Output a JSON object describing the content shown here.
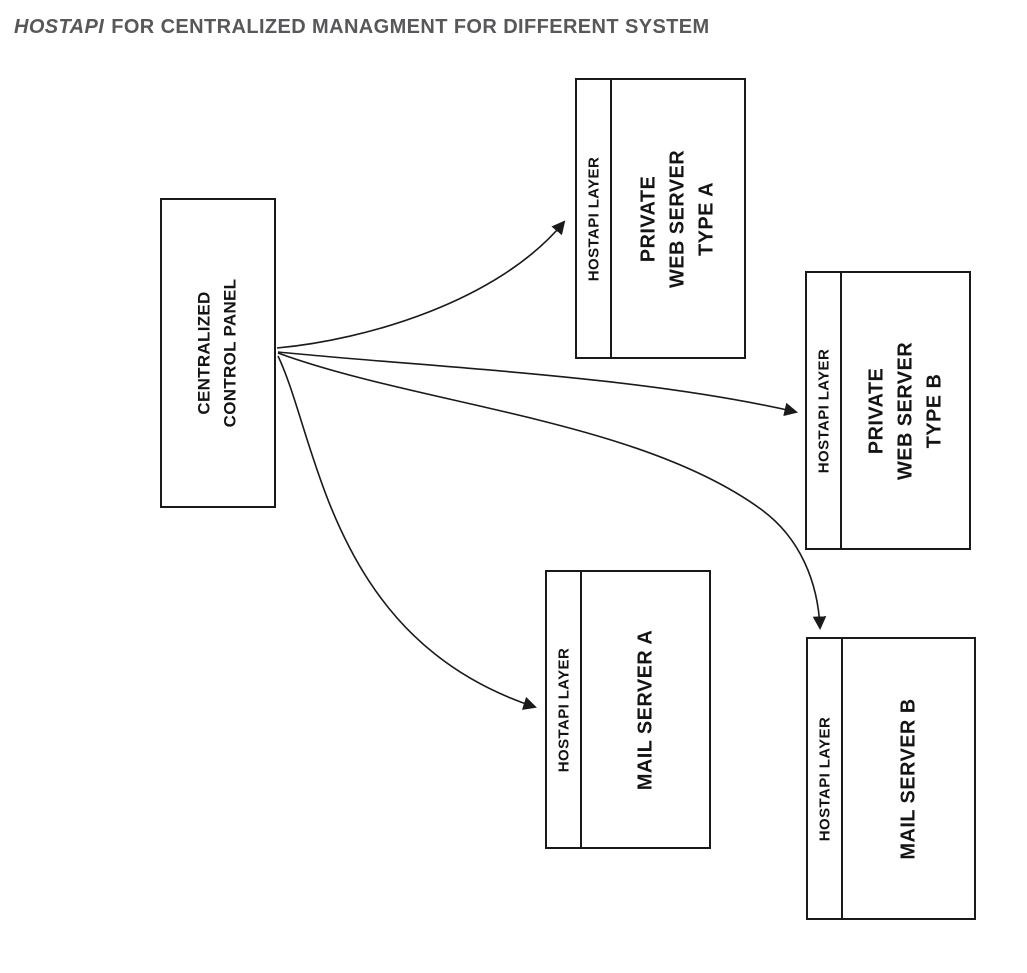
{
  "title": {
    "brand": "HOSTAPI",
    "text": "FOR CENTRALIZED MANAGMENT FOR DIFFERENT SYSTEM"
  },
  "control_panel": {
    "label": "CENTRALIZED\nCONTROL PANEL"
  },
  "servers": {
    "web_a": {
      "layer_label": "HOSTAPI LAYER",
      "name": "PRIVATE\nWEB SERVER\nTYPE A"
    },
    "web_b": {
      "layer_label": "HOSTAPI LAYER",
      "name": "PRIVATE\nWEB SERVER\nTYPE B"
    },
    "mail_a": {
      "layer_label": "HOSTAPI LAYER",
      "name": "MAIL SERVER A"
    },
    "mail_b": {
      "layer_label": "HOSTAPI LAYER",
      "name": "MAIL SERVER B"
    }
  },
  "connections": [
    {
      "from": "centralized-control-panel",
      "to": "private-web-server-type-a"
    },
    {
      "from": "centralized-control-panel",
      "to": "private-web-server-type-b"
    },
    {
      "from": "centralized-control-panel",
      "to": "mail-server-a"
    },
    {
      "from": "centralized-control-panel",
      "to": "mail-server-b"
    }
  ],
  "colors": {
    "line": "#1a1a1a",
    "title_text": "#58585b",
    "box_text": "#141414",
    "background": "#ffffff"
  }
}
